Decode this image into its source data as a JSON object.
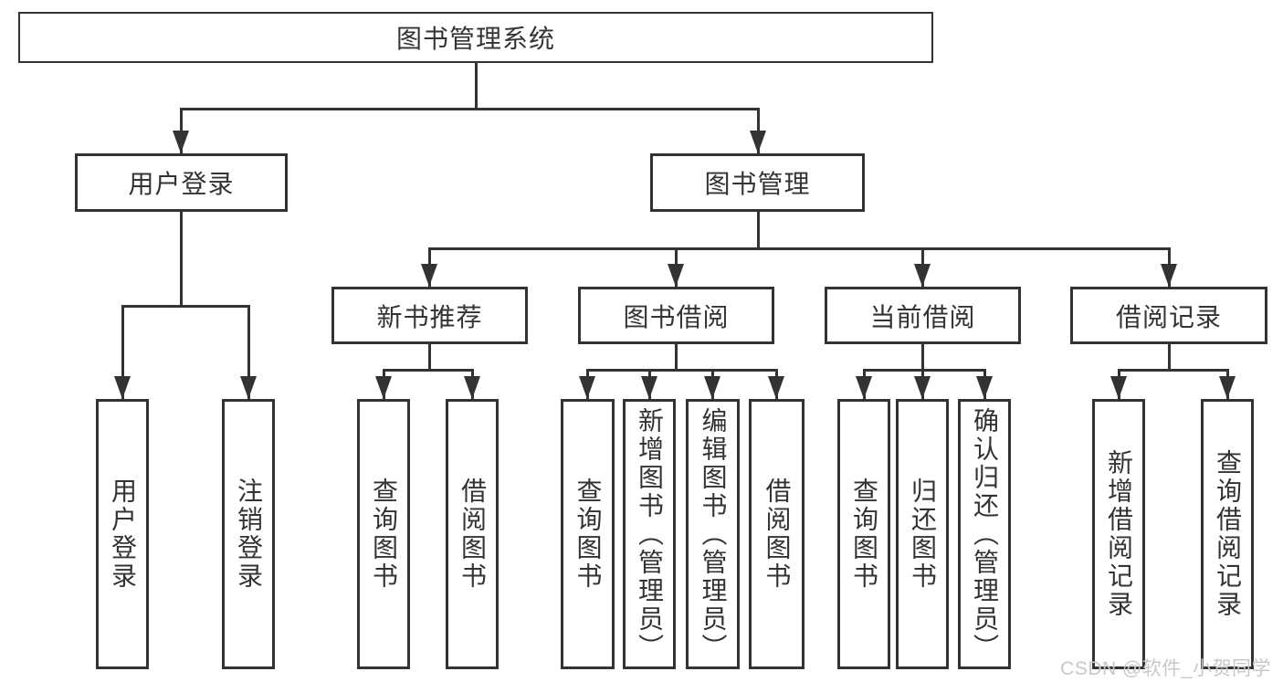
{
  "colors": {
    "line": "#333333",
    "text": "#333333",
    "watermark": "#c8c8c8",
    "background": "#ffffff"
  },
  "diagram": {
    "root": {
      "label": "图书管理系统"
    },
    "level2": {
      "user_login": {
        "label": "用户登录"
      },
      "book_mgmt": {
        "label": "图书管理"
      }
    },
    "level3": {
      "new_book_rec": {
        "label": "新书推荐"
      },
      "book_borrow": {
        "label": "图书借阅"
      },
      "current_borrow": {
        "label": "当前借阅"
      },
      "borrow_records": {
        "label": "借阅记录"
      }
    },
    "leaves": {
      "user_login": {
        "label": "用户登录"
      },
      "logout": {
        "label": "注销登录"
      },
      "nbr_query_books": {
        "label": "查询图书"
      },
      "nbr_borrow_books": {
        "label": "借阅图书"
      },
      "bb_query_books": {
        "label": "查询图书"
      },
      "bb_add_books": {
        "label": "新增图书（管理员）"
      },
      "bb_edit_books": {
        "label": "编辑图书（管理员）"
      },
      "bb_borrow_books": {
        "label": "借阅图书"
      },
      "cb_query_books": {
        "label": "查询图书"
      },
      "cb_return_books": {
        "label": "归还图书"
      },
      "cb_confirm_return": {
        "label": "确认归还（管理员）"
      },
      "br_add_record": {
        "label": "新增借阅记录"
      },
      "br_query_record": {
        "label": "查询借阅记录"
      }
    }
  },
  "watermark": {
    "text": "CSDN @软件_小贺同学"
  }
}
